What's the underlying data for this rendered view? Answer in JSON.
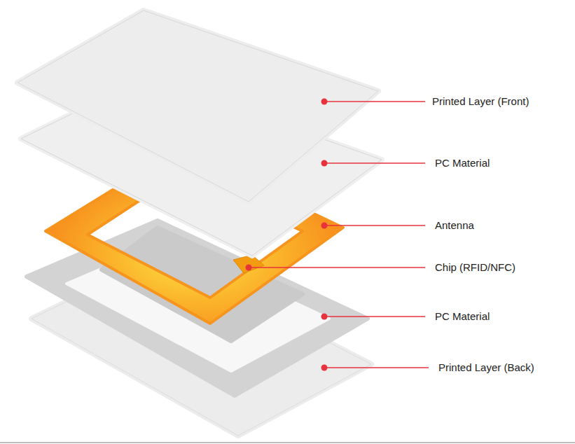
{
  "diagram": {
    "labels": [
      "Printed Layer (Front)",
      "PC Material",
      "Antenna",
      "Chip (RFID/NFC)",
      "PC Material",
      "Printed Layer (Back)"
    ]
  }
}
